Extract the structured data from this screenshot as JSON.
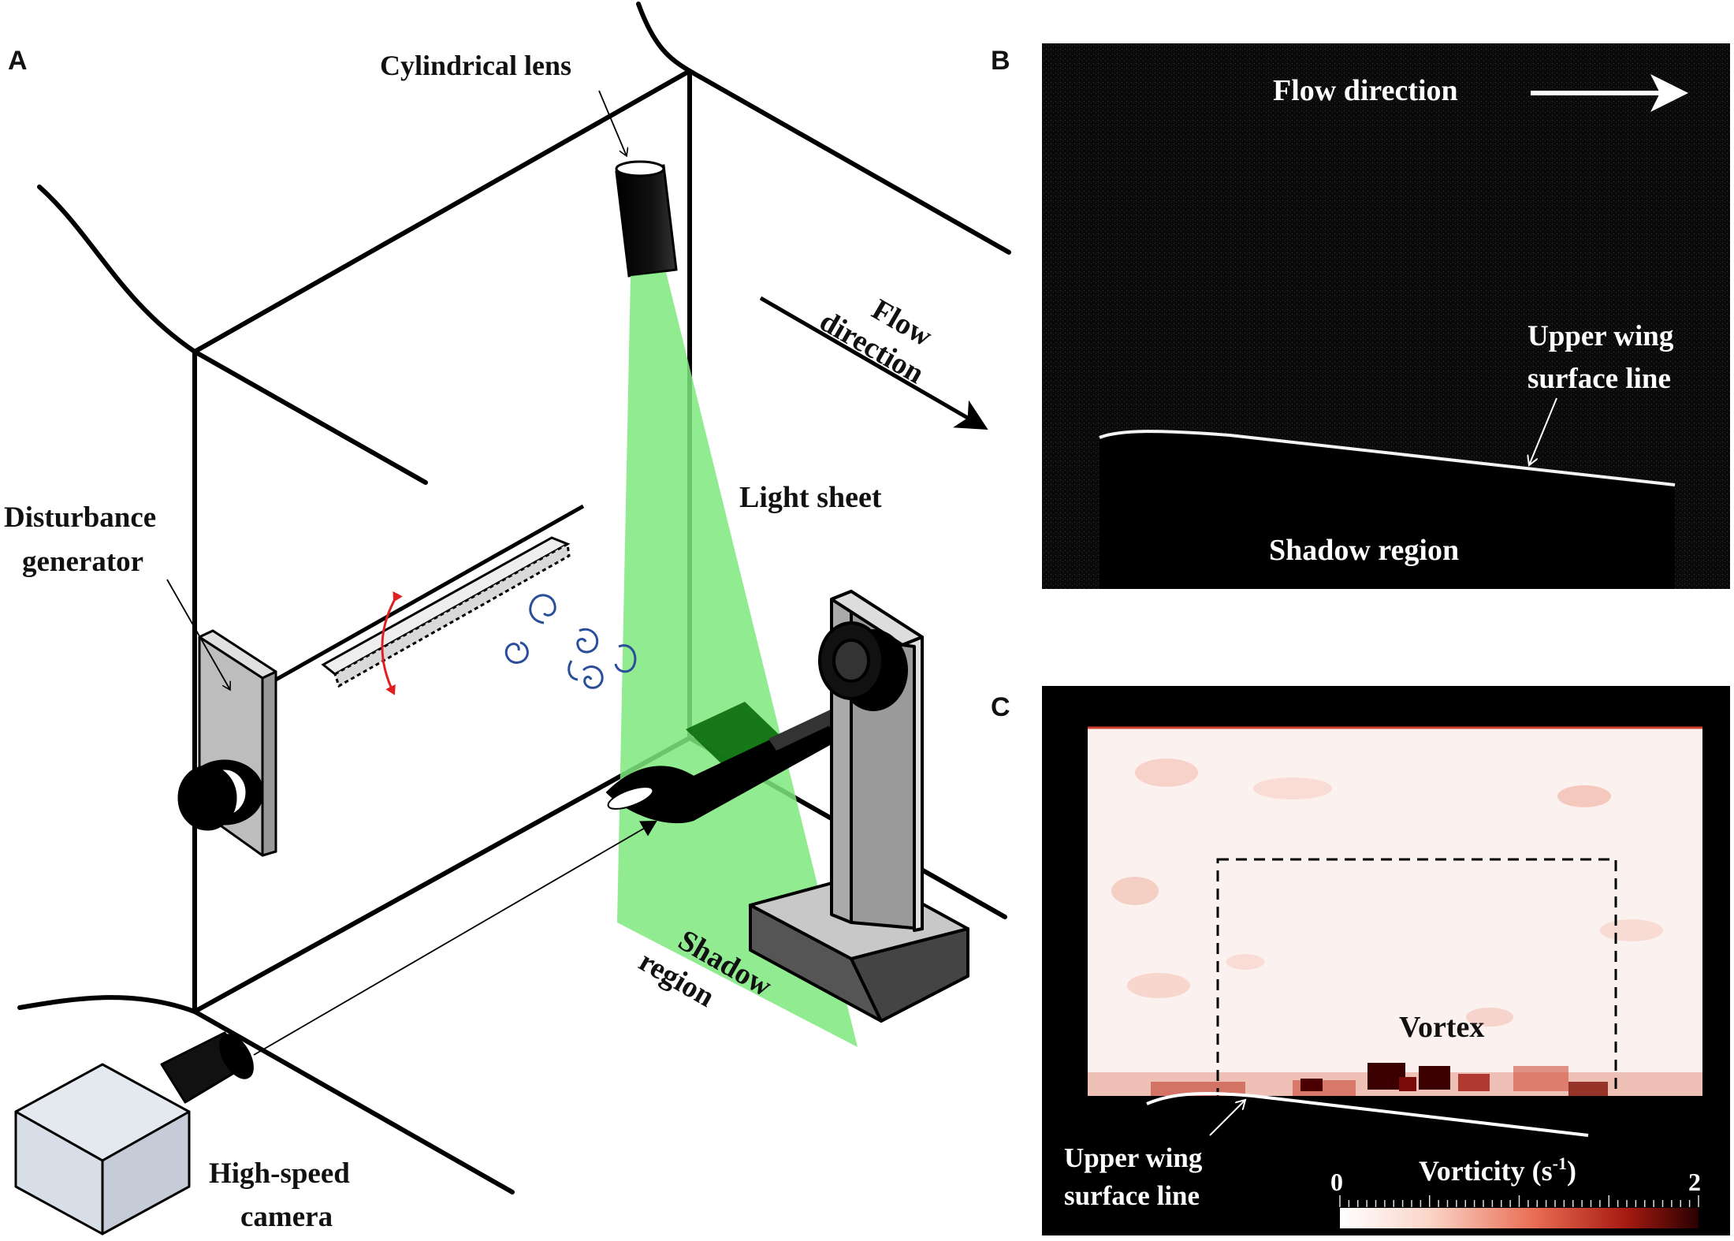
{
  "panels": {
    "a": {
      "letter": "A",
      "labels": {
        "cylindrical_lens": "Cylindrical lens",
        "flow_direction_1": "Flow",
        "flow_direction_2": "direction",
        "light_sheet": "Light sheet",
        "disturbance_generator_1": "Disturbance",
        "disturbance_generator_2": "generator",
        "shadow_region_1": "Shadow",
        "shadow_region_2": "region",
        "camera_1": "High-speed",
        "camera_2": "camera"
      }
    },
    "b": {
      "letter": "B",
      "flow_direction": "Flow direction",
      "surface_line_1": "Upper wing",
      "surface_line_2": "surface line",
      "shadow_region": "Shadow region"
    },
    "c": {
      "letter": "C",
      "vortex": "Vortex",
      "surface_line_1": "Upper wing",
      "surface_line_2": "surface line",
      "colorbar": {
        "title": "Vorticity (s",
        "title_sup": "-1",
        "title_end": ")",
        "min": "0",
        "max": "2"
      }
    }
  },
  "colors": {
    "light_sheet": "#7ee87e",
    "light_sheet_dark": "#0a6b0a",
    "vortex_red_arrow": "#e02020",
    "vortex_blue": "#2a4f9a",
    "vorticity_high": "#3a0000",
    "vorticity_mid": "#e05030"
  }
}
